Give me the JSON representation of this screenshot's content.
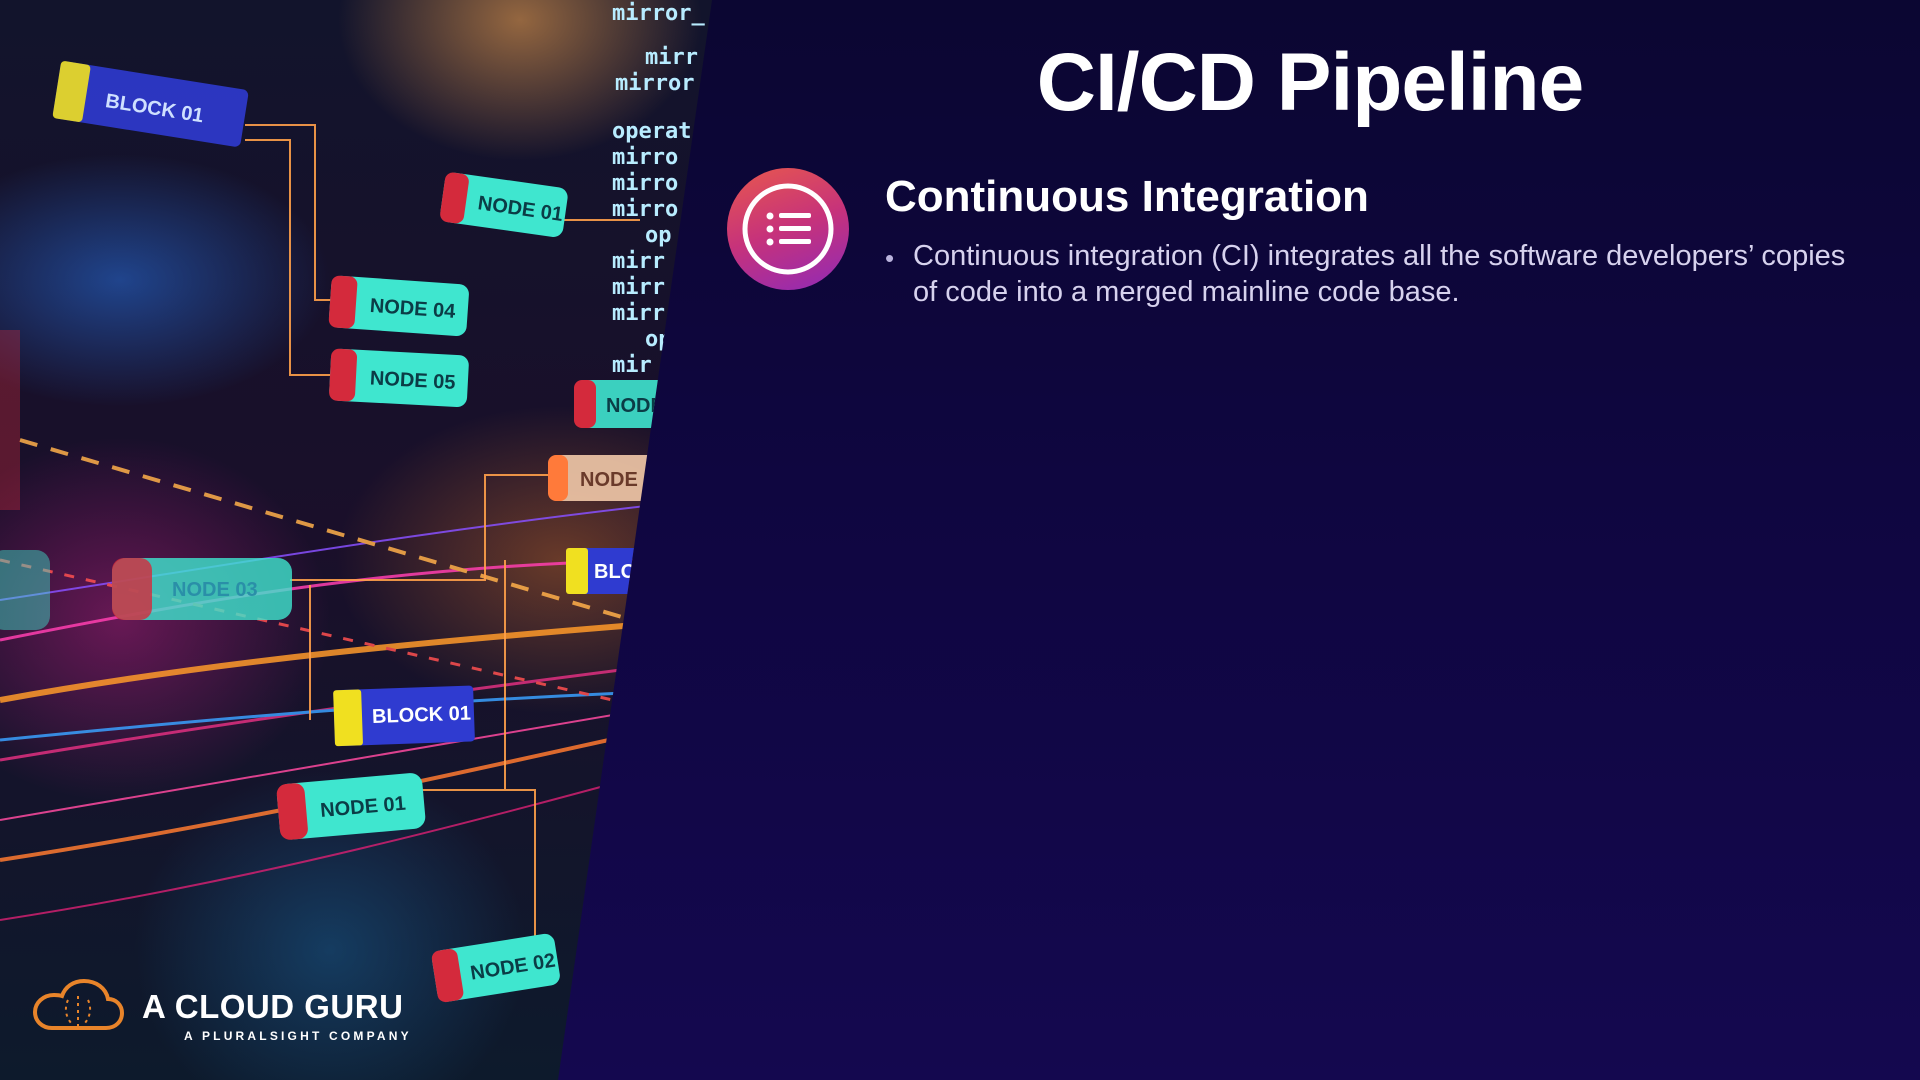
{
  "slide": {
    "title": "CI/CD Pipeline",
    "section": {
      "heading": "Continuous Integration",
      "icon": "list-icon",
      "bullets": [
        "Continuous integration (CI) integrates all the software developers’ copies of code into a merged mainline code base."
      ]
    }
  },
  "hero_image": {
    "labels": [
      "BLOCK 01",
      "NODE 01",
      "NODE 04",
      "NODE 05",
      "NODE 03",
      "BLOCK 01",
      "NODE 01",
      "NODE 02",
      "NODE",
      "NODE",
      "BLOC"
    ],
    "code_fragments": [
      "mirror_",
      "mirr",
      "mirror",
      "operat",
      "mirro",
      "mirro",
      "mirro",
      "op",
      "mirr",
      "mirr",
      "mirr",
      "op",
      "mir"
    ]
  },
  "branding": {
    "logo_name": "A CLOUD GURU",
    "logo_tagline": "A PLURALSIGHT COMPANY"
  },
  "colors": {
    "background": "#0f0640",
    "icon_gradient_start": "#e8584d",
    "icon_gradient_end": "#8f2ab8",
    "node_fill": "#3fe6cf",
    "node_cap": "#d42a3c",
    "block_fill": "#2f3bd0",
    "block_cap": "#f0e020",
    "logo_cloud": "#e8842a"
  }
}
